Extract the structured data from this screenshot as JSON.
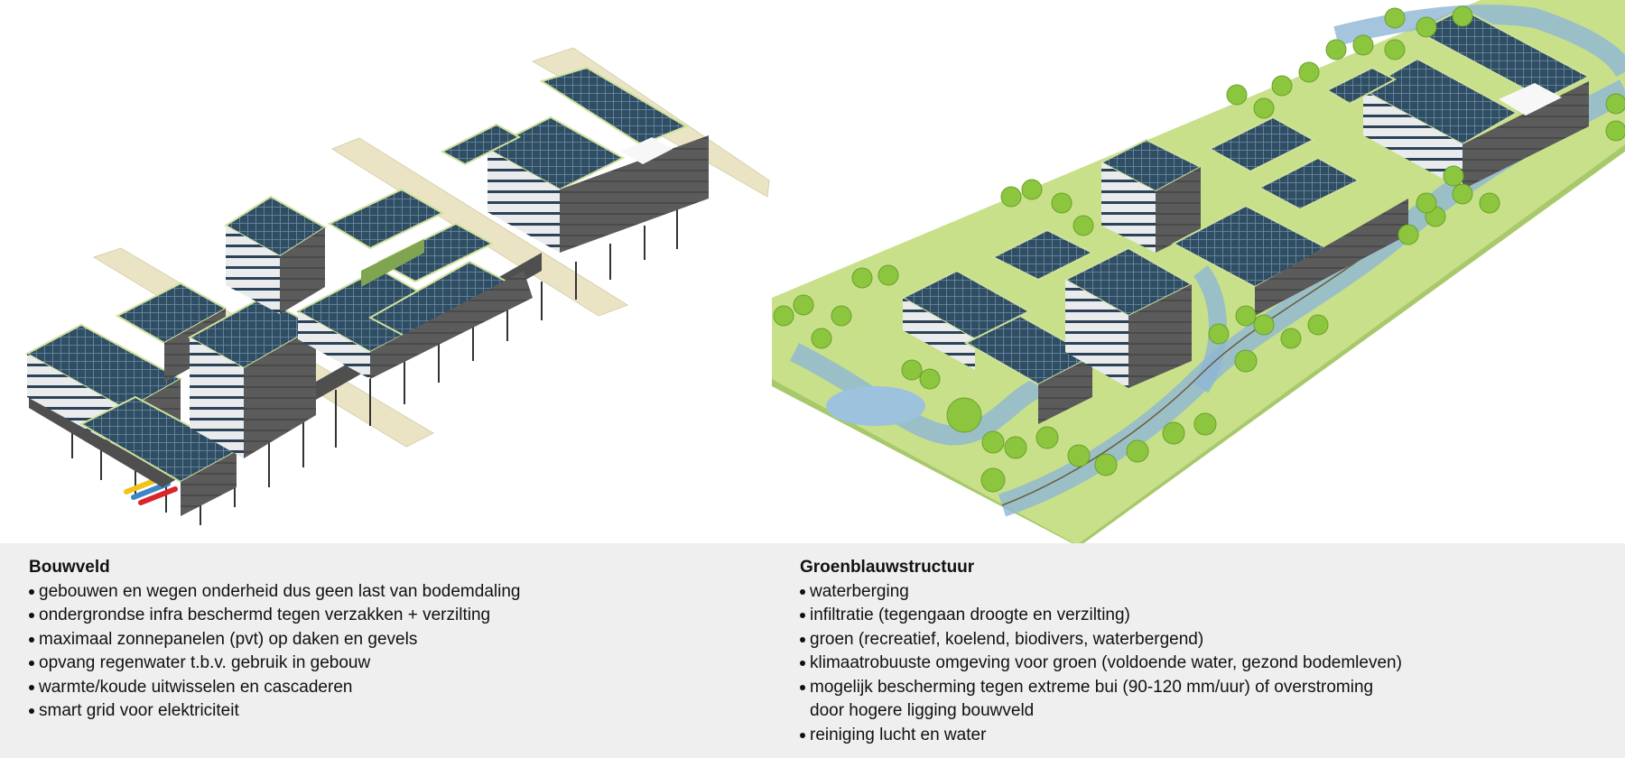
{
  "bouwveld": {
    "title": "Bouwveld",
    "items": [
      "gebouwen en wegen onderheid dus geen last van bodemdaling",
      "ondergrondse infra beschermd tegen verzakken + verzilting",
      "maximaal zonnepanelen (pvt) op daken en gevels",
      "opvang regenwater t.b.v. gebruik in gebouw",
      "warmte/koude uitwisselen en cascaderen",
      "smart grid voor elektriciteit"
    ]
  },
  "groenblauw": {
    "title": "Groenblauwstructuur",
    "items": [
      {
        "text": "waterberging"
      },
      {
        "text": "infiltratie (tegengaan droogte en verzilting)"
      },
      {
        "text": "groen (recreatief, koelend, biodivers, waterbergend)"
      },
      {
        "text": "klimaatrobuuste omgeving voor groen (voldoende water, gezond bodemleven)"
      },
      {
        "text": "mogelijk bescherming tegen extreme bui (90-120 mm/uur) of overstroming",
        "cont": "door hogere ligging bouwveld"
      },
      {
        "text": "reiniging lucht en water"
      }
    ]
  },
  "colors": {
    "caption_bg": "#efefef",
    "solar_panel": "#2f4d63",
    "building_facade": "#e8eaec",
    "building_side": "#5a5a5a",
    "road": "#ebe4c4",
    "grass": "#c8e08a",
    "water": "#8fb6d6",
    "tree": "#8cc63f",
    "pipe_red": "#d9262a",
    "pipe_yellow": "#f2c21a",
    "pipe_blue": "#3d86c6"
  }
}
